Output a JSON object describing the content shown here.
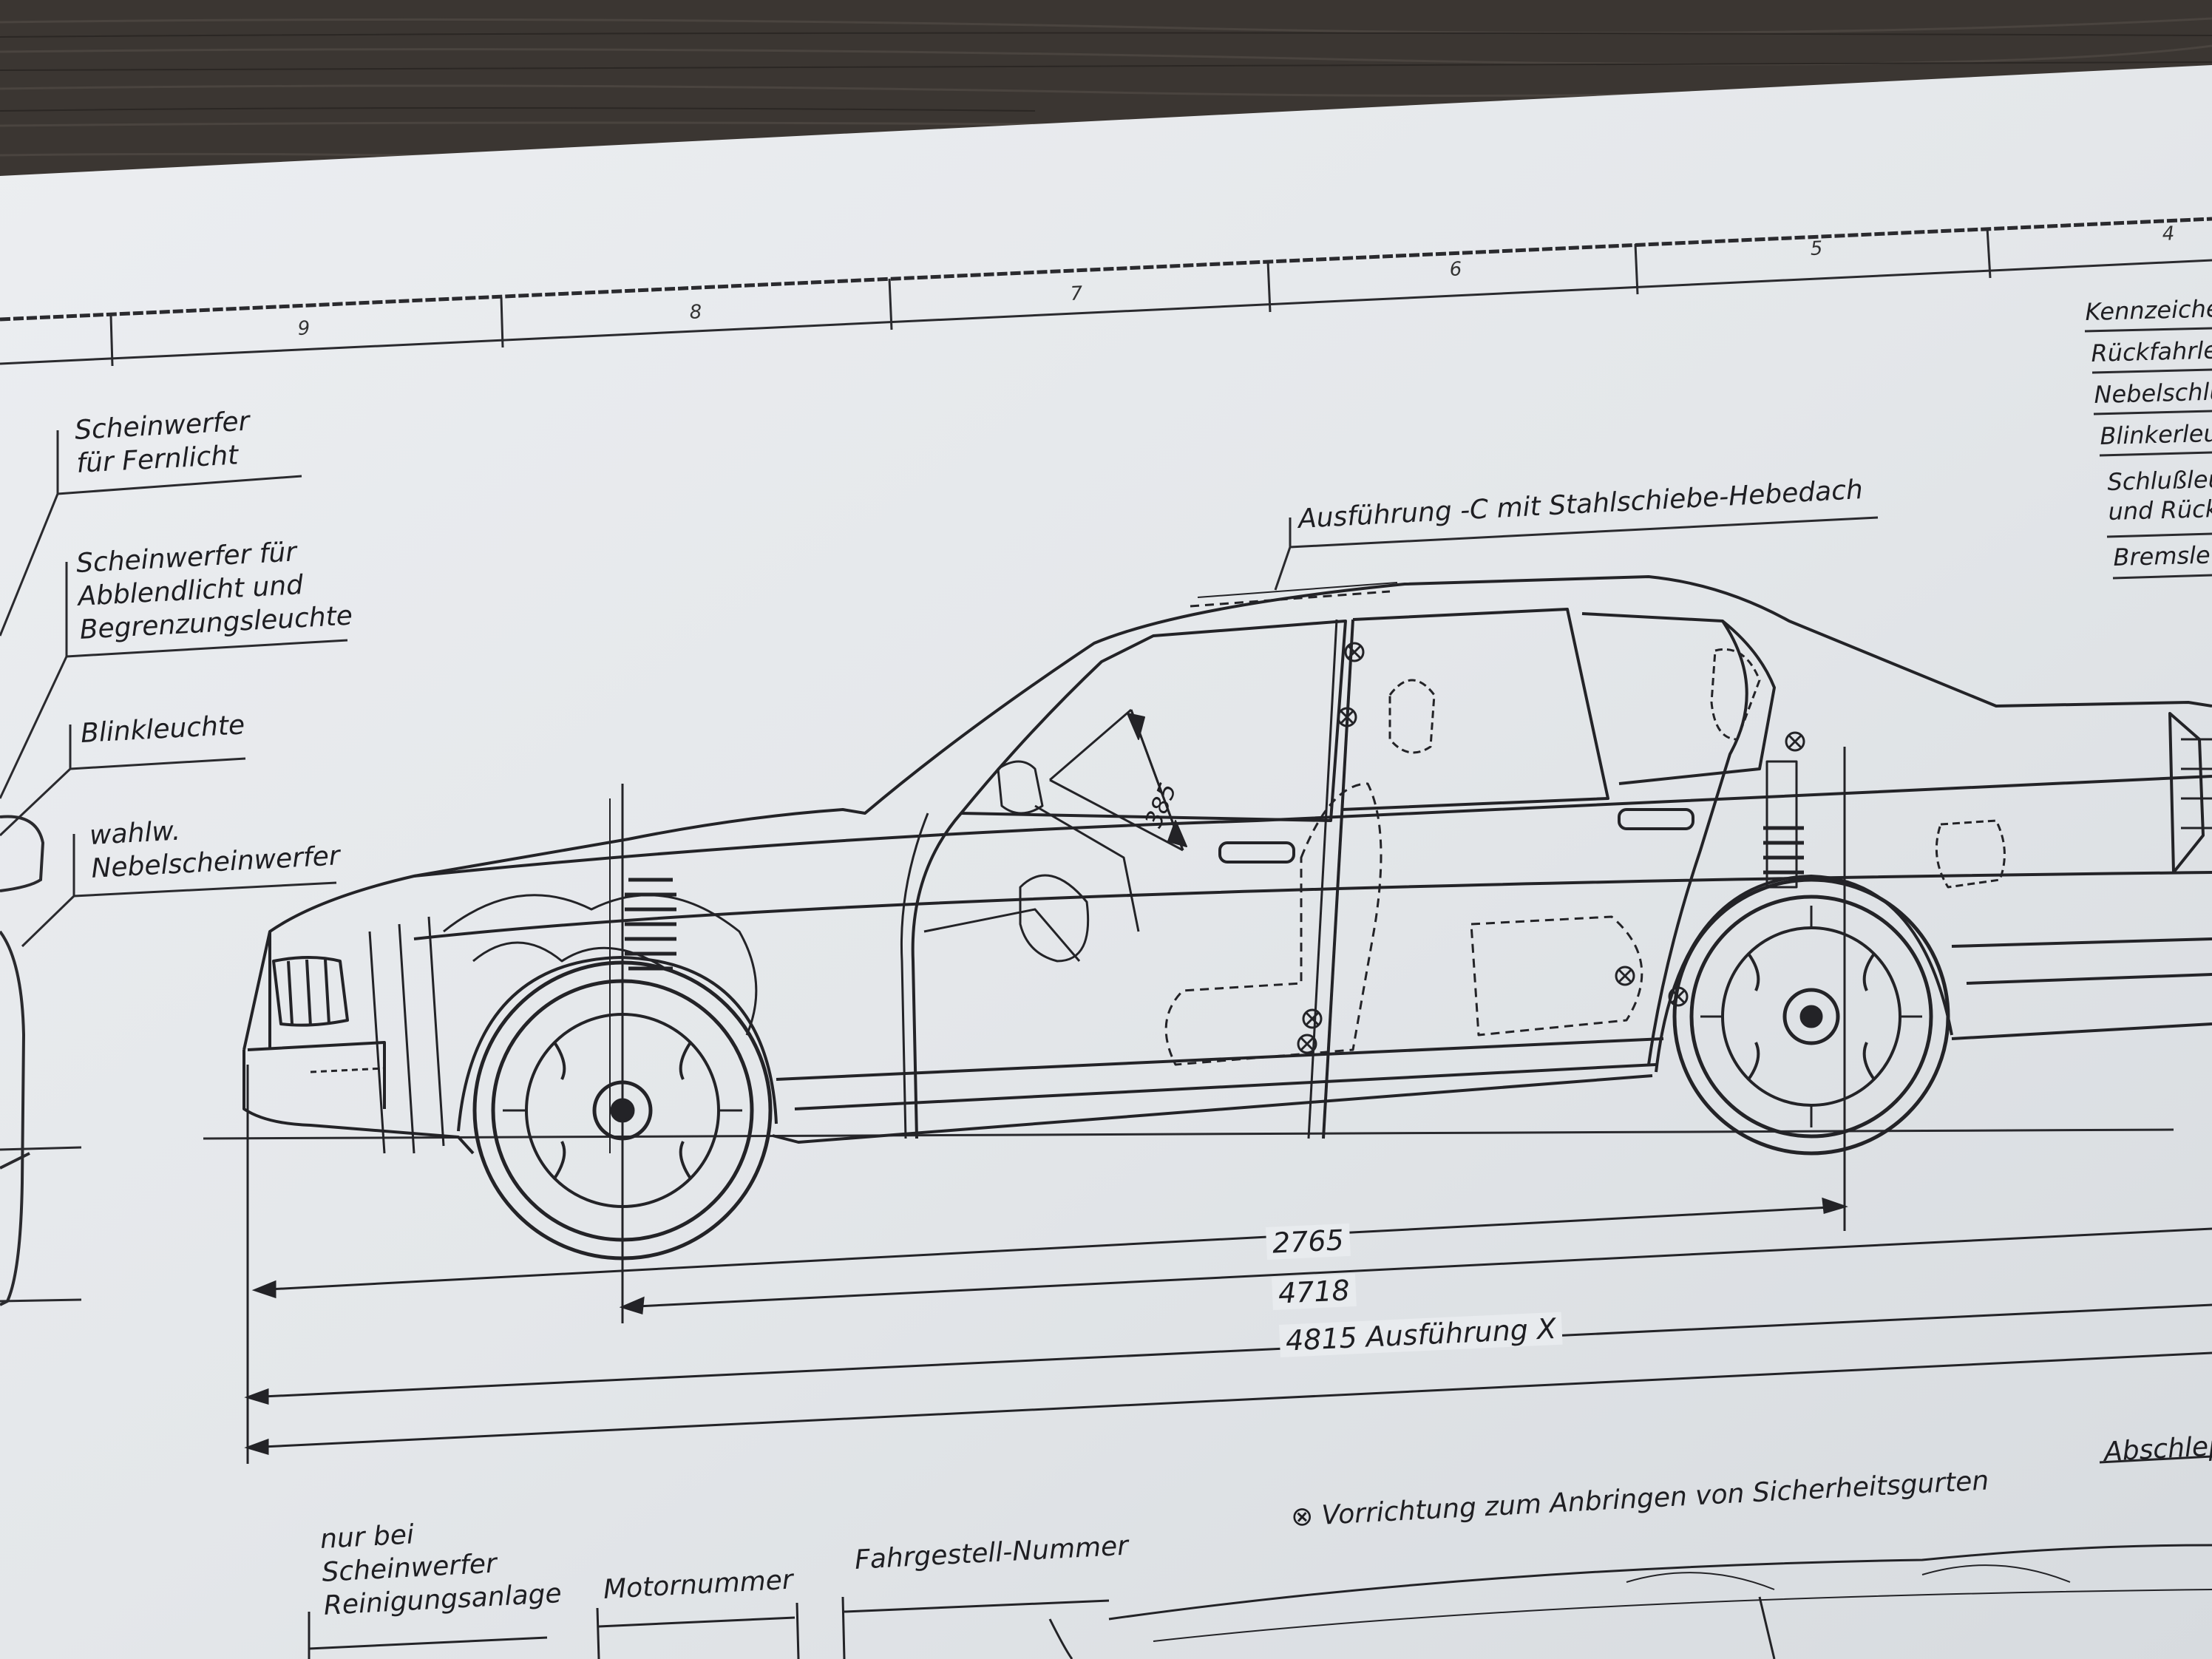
{
  "zone_numbers": [
    "9",
    "8",
    "7",
    "6",
    "5",
    "4"
  ],
  "left_labels": [
    {
      "lines": [
        "Scheinwerfer",
        "für Fernlicht"
      ]
    },
    {
      "lines": [
        "Scheinwerfer für",
        "Abblendlicht und",
        "Begrenzungsleuchte"
      ]
    },
    {
      "lines": [
        "Blinkleuchte"
      ]
    },
    {
      "lines": [
        "wahlw.",
        "Nebelscheinwerfer"
      ]
    }
  ],
  "right_labels": [
    {
      "lines": [
        "Kennzeiche"
      ]
    },
    {
      "lines": [
        "Rückfahrle"
      ]
    },
    {
      "lines": [
        "Nebelschlu"
      ]
    },
    {
      "lines": [
        "Blinkerleu"
      ]
    },
    {
      "lines": [
        "Schlußleu",
        "und Rück"
      ]
    },
    {
      "lines": [
        "Bremsle"
      ]
    }
  ],
  "roof_label": "Ausführung -C mit Stahlschiebe-Hebedach",
  "seat_dimension": "385",
  "dimensions": {
    "wheelbase": "2765",
    "length": "4718",
    "length_x": "4815 Ausführung X"
  },
  "bottom_labels": {
    "cleaning": [
      "nur bei",
      "Scheinwerfer",
      "Reinigungsanlage"
    ],
    "engine": "Motornummer",
    "chassis": "Fahrgestell-Nummer",
    "belt_note": "⊗ Vorrichtung zum Anbringen von Sicherheitsgurten",
    "tow": "Abschlep"
  },
  "colors": {
    "paper": "#e6e9ec",
    "ink": "#1e1e22",
    "wood": "#3b3632"
  }
}
